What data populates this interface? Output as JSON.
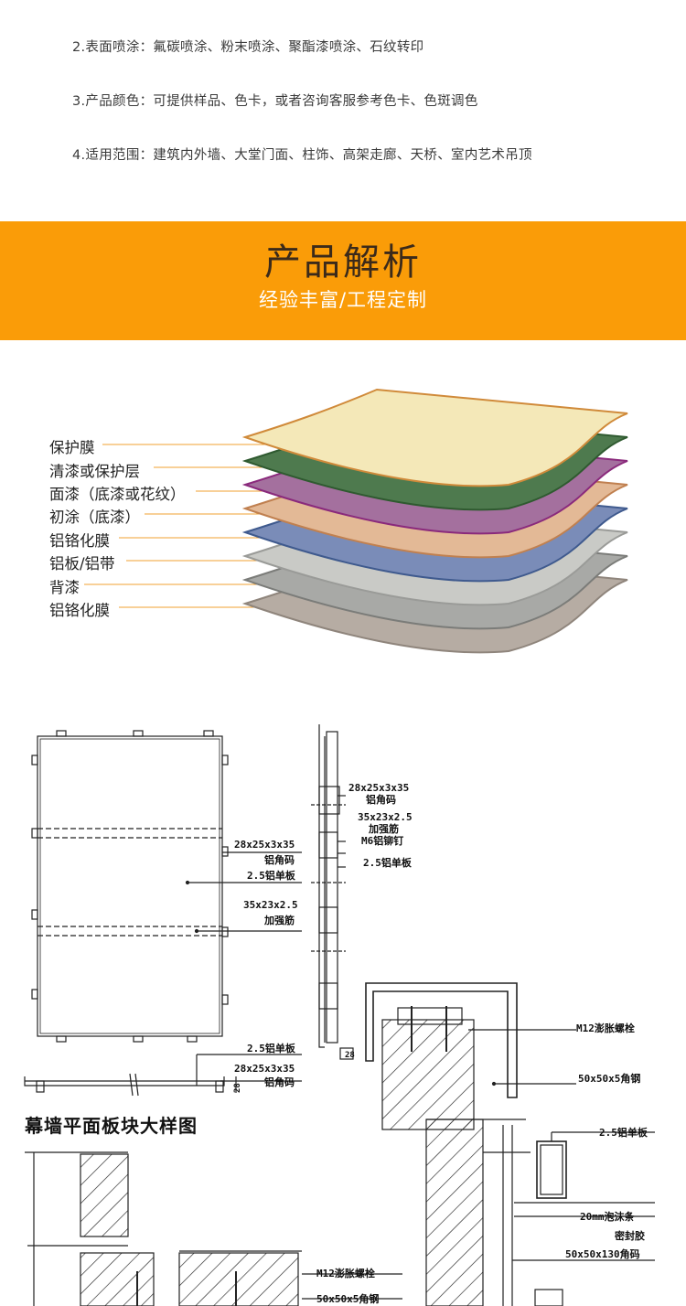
{
  "specs": [
    "2.表面喷涂：氟碳喷涂、粉末喷涂、聚酯漆喷涂、石纹转印",
    "3.产品颜色：可提供样品、色卡，或者咨询客服参考色卡、色斑调色",
    "4.适用范围：建筑内外墙、大堂门面、柱饰、高架走廊、天桥、室内艺术吊顶"
  ],
  "banner": {
    "title": "产品解析",
    "subtitle": "经验丰富/工程定制",
    "color": "#fa9c08"
  },
  "layers": [
    {
      "label": "保护膜",
      "color": "#f4e8b8",
      "edge": "#d08a3a"
    },
    {
      "label": "清漆或保护层",
      "color": "#4e7a4e",
      "edge": "#2f5a30"
    },
    {
      "label": "面漆（底漆或花纹）",
      "color": "#a4709e",
      "edge": "#8a2a7c"
    },
    {
      "label": "初涂（底漆）",
      "color": "#e3b996",
      "edge": "#c08050"
    },
    {
      "label": "铝铬化膜",
      "color": "#7a8cb8",
      "edge": "#3f5a8e"
    },
    {
      "label": "铝板/铝带",
      "color": "#c9cac6",
      "edge": "#9a9b98"
    },
    {
      "label": "背漆",
      "color": "#a8a9a6",
      "edge": "#7b7c79"
    },
    {
      "label": "铝铬化膜",
      "color": "#b6aca3",
      "edge": "#8f857c"
    }
  ],
  "drawing": {
    "title": "幕墙平面板块大样图",
    "labels": {
      "corner_a": "28x25x3x35",
      "corner_a_name": "铝角码",
      "plate": "2.5铝单板",
      "rib": "35x23x2.5",
      "rib_name": "加强筋",
      "rivet": "M6铝铆钉",
      "bottom_plate": "2.5铝单板",
      "bottom_corner": "28x25x3x35",
      "bottom_corner_name": "铝角码",
      "dim_28": "28",
      "bolt": "M12澎胀螺栓",
      "angle_steel": "50x50x5角钢",
      "r_plate": "2.5铝单板",
      "foam": "20mm泡沫条",
      "sealant": "密封胶",
      "angle_code": "50x50x130角码",
      "b_bolt": "M12澎胀螺栓",
      "b_angle": "50x50x5角钢"
    }
  }
}
